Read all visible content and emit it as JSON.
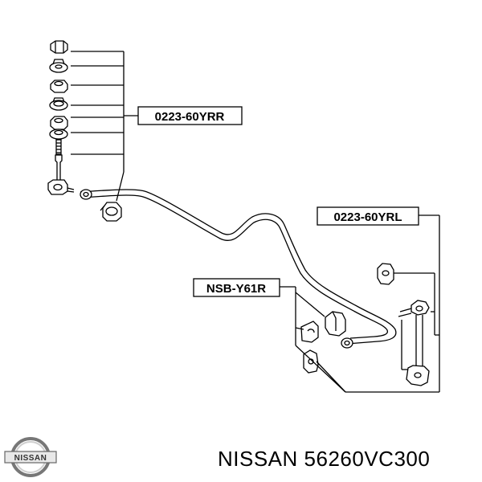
{
  "labels": {
    "part_a": "0223-60YRR",
    "part_b": "0223-60YRL",
    "part_c": "NSB-Y61R"
  },
  "logo": {
    "text": "NISSAN"
  },
  "caption": "NISSAN 56260VC300",
  "colors": {
    "line": "#000000",
    "background": "#ffffff"
  }
}
